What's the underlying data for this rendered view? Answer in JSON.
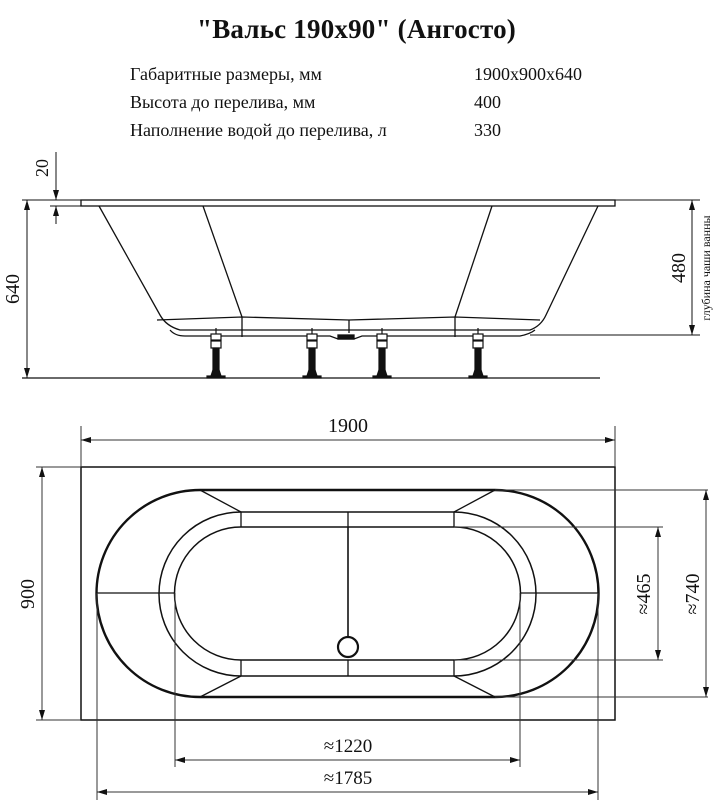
{
  "title": "\"Вальс 190x90\" (Ангосто)",
  "specs": [
    {
      "label": "Габаритные размеры, мм",
      "value": "1900x900x640"
    },
    {
      "label": "Высота до перелива, мм",
      "value": "400"
    },
    {
      "label": "Наполнение водой до перелива, л",
      "value": "330"
    }
  ],
  "side_view": {
    "dimensions": {
      "rim_thickness": "20",
      "total_height": "640",
      "bowl_depth": "480",
      "bowl_depth_caption": "глубина чаши ванны"
    },
    "legs_count": 4
  },
  "plan_view": {
    "dimensions": {
      "length": "1900",
      "width": "900",
      "inner_bottom_width": "≈465",
      "bowl_width": "≈740",
      "inner_bottom_length": "≈1220",
      "bowl_length": "≈1785"
    }
  },
  "colors": {
    "line": "#111111",
    "dim_line": "#333333",
    "background": "#ffffff"
  }
}
